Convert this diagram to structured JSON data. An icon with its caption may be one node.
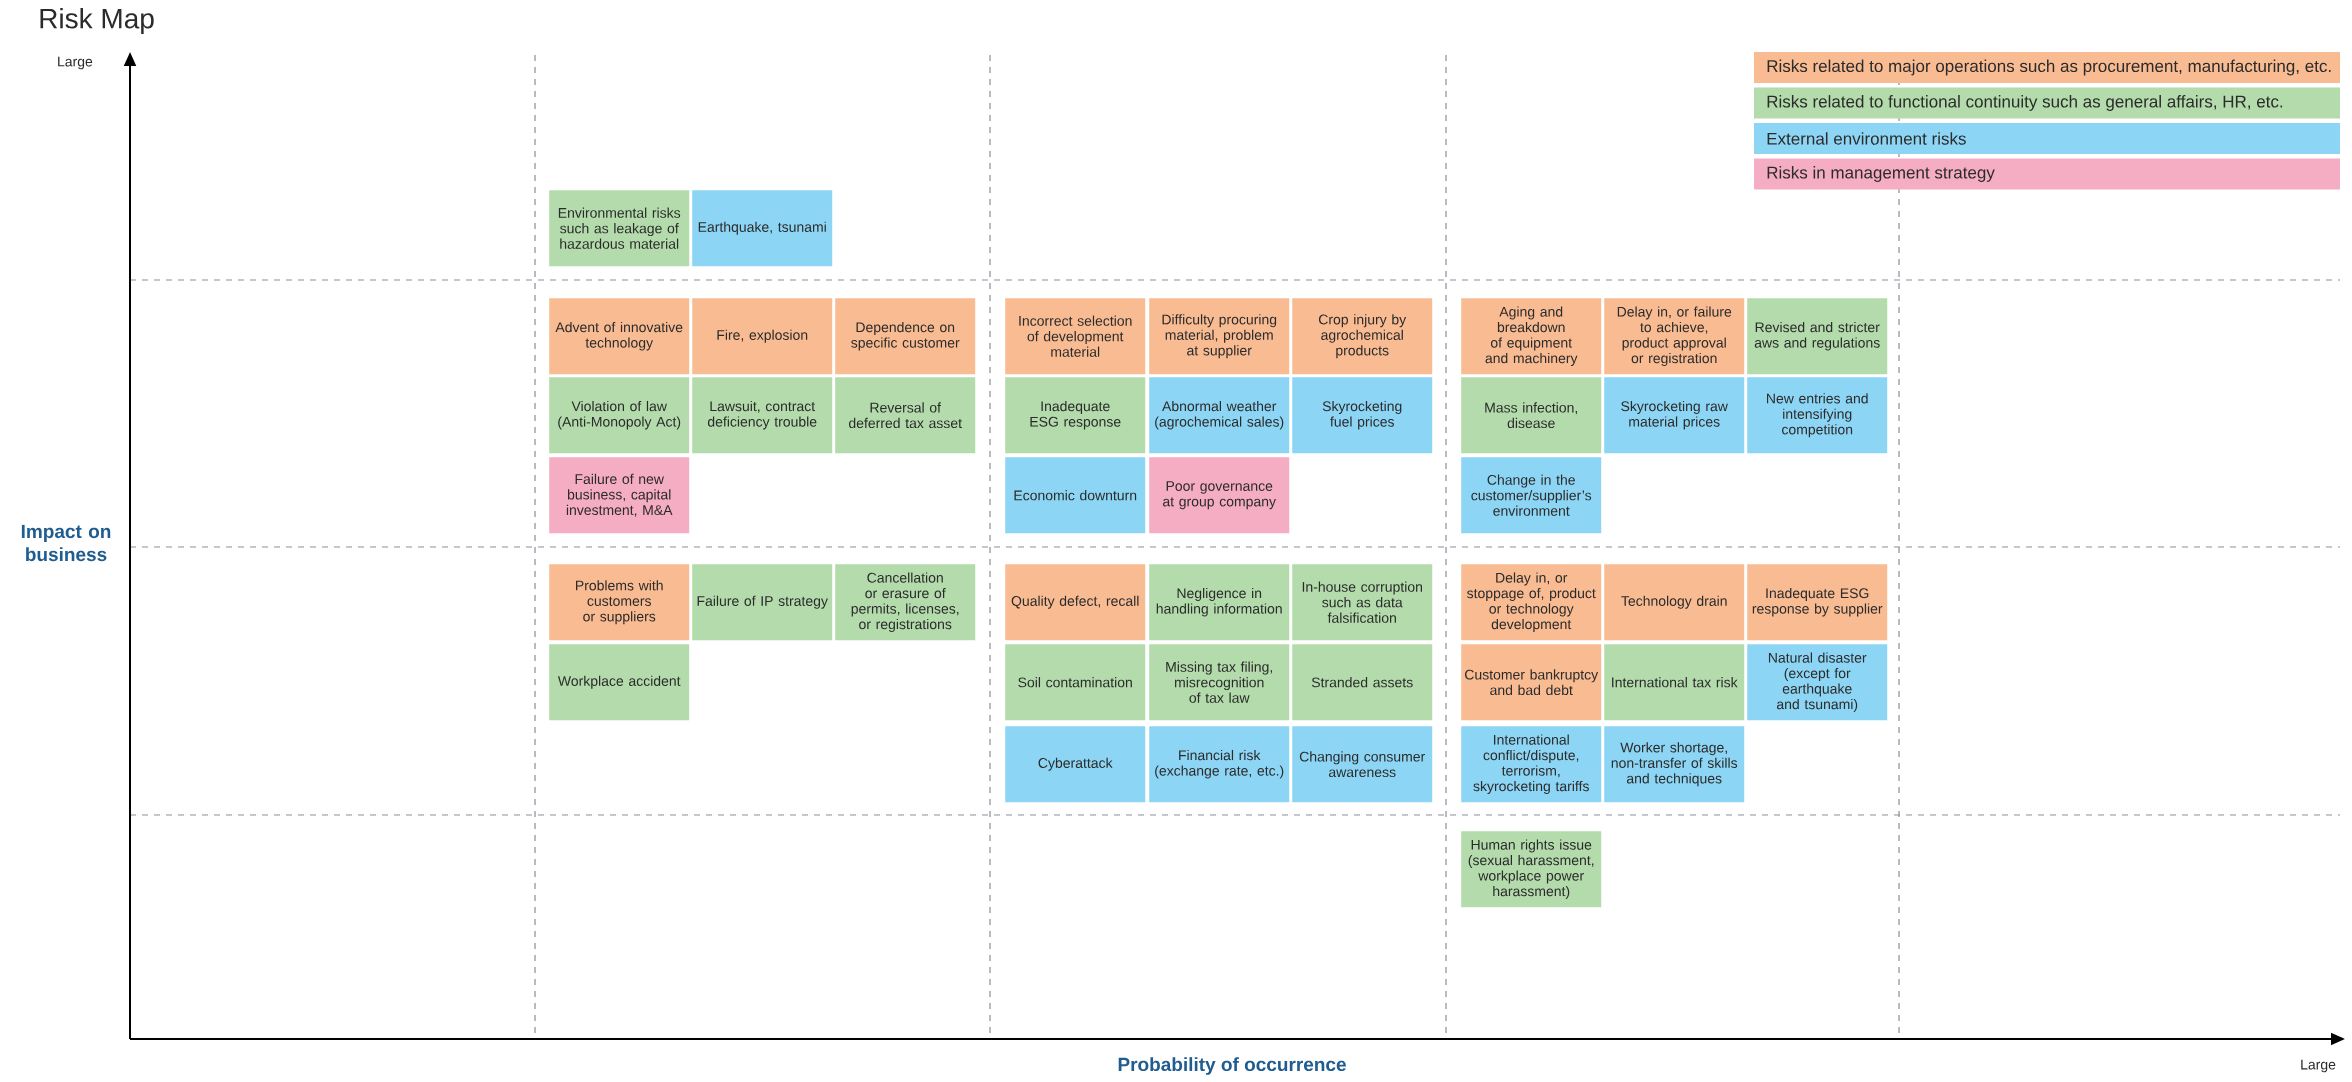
{
  "diagram": {
    "title": "Risk Map",
    "nodes": [
      {
        "text": [
          "Environmental risks such as leakage of hazardous material"
        ]
      },
      {
        "text": [
          "Earthquake, tsunami"
        ]
      },
      {
        "text": [
          "Advent of innovative technology"
        ]
      },
      {
        "text": [
          "Fire, explosion"
        ]
      },
      {
        "text": [
          "Dependence on specific customer"
        ]
      },
      {
        "text": [
          "Incorrect selection of development material"
        ]
      },
      {
        "text": [
          "Difficulty procuring material, problem at supplier"
        ]
      },
      {
        "text": [
          "Crop injury by agrochemical products"
        ]
      },
      {
        "text": [
          "Aging and breakdown of equipment and machinery"
        ]
      },
      {
        "text": [
          "Delay in, or failure to achieve, product approval or registration"
        ]
      },
      {
        "text": [
          "Revised and stricter aws and regulations"
        ]
      },
      {
        "text": [
          "Violation of law (Anti-Monopoly Act)"
        ]
      },
      {
        "text": [
          "Lawsuit, contract deficiency trouble"
        ]
      },
      {
        "text": [
          "Reversal of deferred tax asset"
        ]
      },
      {
        "text": [
          "Inadequate ESG response"
        ]
      },
      {
        "text": [
          "Abnormal weather (agrochemical sales)"
        ]
      },
      {
        "text": [
          "Skyrocketing fuel prices"
        ]
      },
      {
        "text": [
          "Mass infection, disease"
        ]
      },
      {
        "text": [
          "Skyrocketing raw material prices"
        ]
      },
      {
        "text": [
          "New entries and intensifying competition"
        ]
      },
      {
        "text": [
          "Failure of new business, capital investment, M&A"
        ]
      },
      {
        "text": [
          "Economic downturn"
        ]
      },
      {
        "text": [
          "Poor governance at group company"
        ]
      },
      {
        "text": [
          "Change in the customer/supplier’s environment"
        ]
      },
      {
        "text": [
          "Problems with customers or suppliers"
        ]
      },
      {
        "text": [
          "Failure of IP strategy"
        ]
      },
      {
        "text": [
          "Cancellation or erasure of permits, licenses, or registrations"
        ]
      },
      {
        "text": [
          "Quality defect, recall"
        ]
      },
      {
        "text": [
          "Negligence in handling information"
        ]
      },
      {
        "text": [
          "In-house corruption such as data falsification"
        ]
      },
      {
        "text": [
          "Delay in, or stoppage of, product or technology development"
        ]
      },
      {
        "text": [
          "Technology drain"
        ]
      },
      {
        "text": [
          "Inadequate ESG response by supplier"
        ]
      },
      {
        "text": [
          "Workplace accident"
        ]
      },
      {
        "text": [
          "Soil contamination"
        ]
      },
      {
        "text": [
          "Missing tax filing, misrecognition of tax law"
        ]
      },
      {
        "text": [
          "Stranded assets"
        ]
      },
      {
        "text": [
          "Customer bankruptcy and bad debt"
        ]
      },
      {
        "text": [
          "International tax risk"
        ]
      },
      {
        "text": [
          "Natural disaster (except for earthquake and tsunami)"
        ]
      },
      {
        "text": [
          "Cyberattack"
        ]
      },
      {
        "text": [
          "Financial risk (exchange rate, etc.)"
        ]
      },
      {
        "text": [
          "Changing consumer awareness"
        ]
      },
      {
        "text": [
          "International conflict/dispute, terrorism, skyrocketing tariffs"
        ]
      },
      {
        "text": [
          "Worker shortage, non-transfer of skills and techniques"
        ]
      },
      {
        "text": [
          "Human rights issue (sexual harassment, workplace power harassment)"
        ]
      }
    ],
    "labels": [
      "Large",
      "Impact on business",
      "Probability of occurrence",
      "Large"
    ],
    "legend": [
      {
        "text": "Risks related to major operations such as procurement, manufacturing, etc.",
        "color": "#f9bb92"
      },
      {
        "text": "Risks related to functional continuity such as general affairs, HR, etc.",
        "color": "#b3dbab"
      },
      {
        "text": "External environment risks",
        "color": "#8dd5f5"
      },
      {
        "text": "Risks in management strategy",
        "color": "#f5adc3"
      }
    ]
  }
}
